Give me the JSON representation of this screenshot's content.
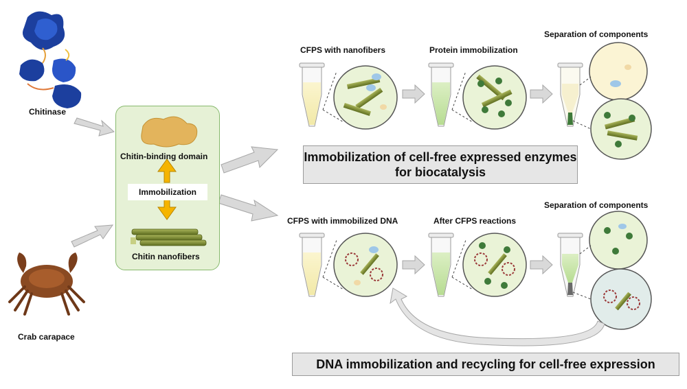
{
  "sources": {
    "chitinase_label": "Chitinase",
    "crab_label": "Crab carapace"
  },
  "center": {
    "cbd_label": "Chitin-binding domain",
    "immobilization_label": "Immobilization",
    "nanofibers_label": "Chitin nanofibers"
  },
  "top_row": {
    "step1_label": "CFPS with nanofibers",
    "step2_label": "Protein immobilization",
    "step3_label": "Separation of components",
    "title": "Immobilization of cell-free expressed enzymes for biocatalysis"
  },
  "bottom_row": {
    "step1_label": "CFPS with immobilized DNA",
    "step2_label": "After CFPS reactions",
    "step3_label": "Separation of components",
    "title": "DNA immobilization and recycling for cell-free expression"
  },
  "colors": {
    "center_fill": "#e6f1d6",
    "center_border": "#87b96d",
    "title_box_fill": "#e6e6e6",
    "arrow_gray": "#d4d4d4",
    "immobilization_arrow": "#f5b400",
    "fiber_green": "#7a8a2a",
    "leaf_green": "#3f7a3a"
  }
}
